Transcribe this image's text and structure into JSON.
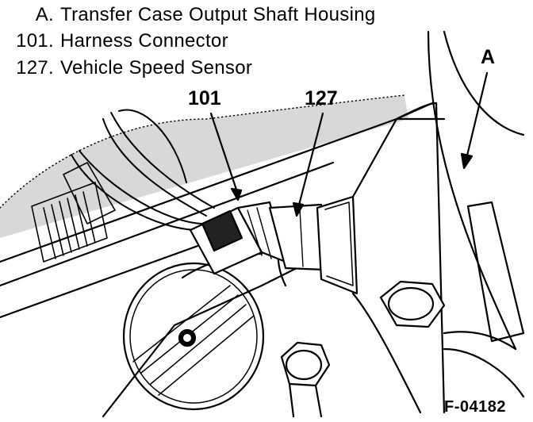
{
  "legend": [
    {
      "key": "A.",
      "text": "Transfer Case Output Shaft Housing"
    },
    {
      "key": "101.",
      "text": "Harness Connector"
    },
    {
      "key": "127.",
      "text": "Vehicle Speed Sensor"
    }
  ],
  "callouts": {
    "a": "A",
    "connector": "101",
    "sensor": "127"
  },
  "figure_code": "F-04182",
  "colors": {
    "ink": "#000000",
    "paper": "#ffffff"
  }
}
